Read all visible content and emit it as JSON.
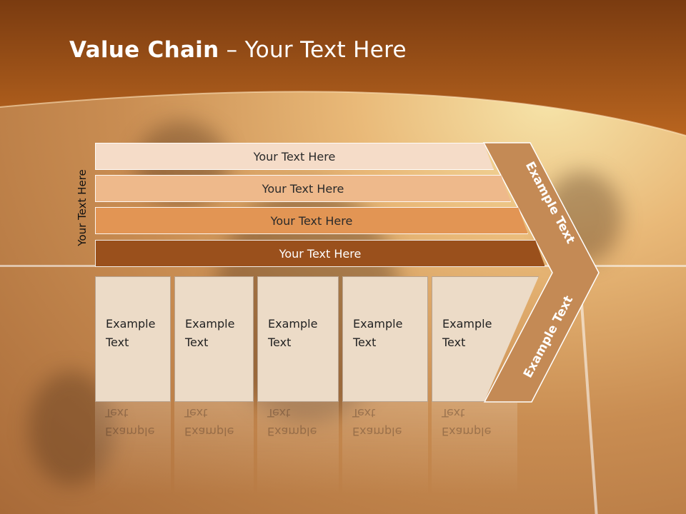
{
  "title": {
    "bold": "Value Chain",
    "rest": " – Your Text Here"
  },
  "side_label": "Your Text Here",
  "bars": [
    {
      "label": "Your Text Here",
      "color": "#f5dcc8",
      "text_color": "#2a2a2a"
    },
    {
      "label": "Your Text Here",
      "color": "#eeb98b",
      "text_color": "#2a2a2a"
    },
    {
      "label": "Your Text Here",
      "color": "#e29554",
      "text_color": "#2a2a2a"
    },
    {
      "label": "Your Text Here",
      "color": "#9a501c",
      "text_color": "#ffffff"
    }
  ],
  "boxes": [
    {
      "line1": "Example",
      "line2": "Text"
    },
    {
      "line1": "Example",
      "line2": "Text"
    },
    {
      "line1": "Example",
      "line2": "Text"
    },
    {
      "line1": "Example",
      "line2": "Text"
    },
    {
      "line1": "Example",
      "line2": "Text"
    }
  ],
  "arrow": {
    "upper_text": "Example Text",
    "lower_text": "Example Text",
    "color": "#c48a55"
  },
  "colors": {
    "header": "#b05e1c",
    "header_dark": "#7a3b10"
  }
}
